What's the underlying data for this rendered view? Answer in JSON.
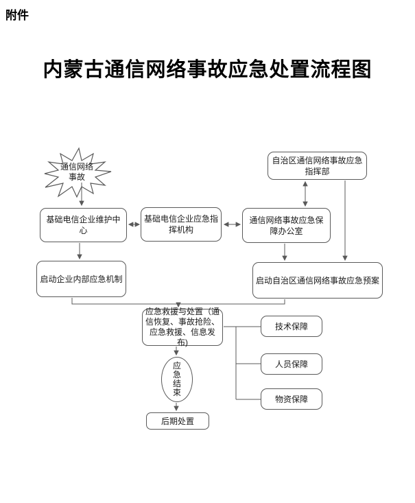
{
  "page": {
    "attachment_label": "附件",
    "title": "内蒙古通信网络事故应急处置流程图"
  },
  "flowchart": {
    "nodes": {
      "incident": {
        "label": "通信网络事故",
        "shape": "starburst"
      },
      "maintenance_center": {
        "label": "基础电信企业维护中心",
        "shape": "rounded-rect"
      },
      "enterprise_command": {
        "label": "基础电信企业应急指挥机构",
        "shape": "rounded-rect"
      },
      "region_command": {
        "label": "自治区通信网络事故应急指挥部",
        "shape": "rounded-rect"
      },
      "support_office": {
        "label": "通信网络事故应急保障办公室",
        "shape": "rounded-rect"
      },
      "internal_mechanism": {
        "label": "启动企业内部应急机制",
        "shape": "rounded-rect"
      },
      "region_plan": {
        "label": "启动自治区通信网络事故应急预案",
        "shape": "rounded-rect"
      },
      "rescue_disposal": {
        "label": "应急救援与处置（通信恢复、事故抢险、应急救援、信息发布)",
        "shape": "rounded-rect"
      },
      "tech_support": {
        "label": "技术保障",
        "shape": "rounded-rect"
      },
      "personnel_support": {
        "label": "人员保障",
        "shape": "rounded-rect"
      },
      "material_support": {
        "label": "物资保障",
        "shape": "rounded-rect"
      },
      "emergency_end": {
        "label": "应急结束",
        "shape": "ellipse"
      },
      "post_disposal": {
        "label": "后期处置",
        "shape": "rounded-rect"
      }
    },
    "edges": [
      {
        "from": "incident",
        "to": "maintenance_center",
        "type": "arrow"
      },
      {
        "from": "maintenance_center",
        "to": "enterprise_command",
        "type": "double-arrow"
      },
      {
        "from": "enterprise_command",
        "to": "support_office",
        "type": "double-arrow"
      },
      {
        "from": "region_command",
        "to": "support_office",
        "type": "double-arrow"
      },
      {
        "from": "support_office",
        "to": "region_plan",
        "type": "arrow"
      },
      {
        "from": "region_command",
        "to": "region_plan",
        "type": "arrow"
      },
      {
        "from": "maintenance_center",
        "to": "internal_mechanism",
        "type": "arrow"
      },
      {
        "from": "internal_mechanism",
        "to": "rescue_disposal",
        "type": "arrow"
      },
      {
        "from": "region_plan",
        "to": "rescue_disposal",
        "type": "arrow"
      },
      {
        "from": "rescue_disposal",
        "to": "tech_support",
        "type": "line"
      },
      {
        "from": "rescue_disposal",
        "to": "personnel_support",
        "type": "line"
      },
      {
        "from": "rescue_disposal",
        "to": "material_support",
        "type": "line"
      },
      {
        "from": "rescue_disposal",
        "to": "emergency_end",
        "type": "arrow"
      },
      {
        "from": "emergency_end",
        "to": "post_disposal",
        "type": "arrow"
      }
    ],
    "colors": {
      "line": "#595959",
      "border": "#595959",
      "text": "#1a1a1a",
      "background": "#ffffff"
    }
  }
}
